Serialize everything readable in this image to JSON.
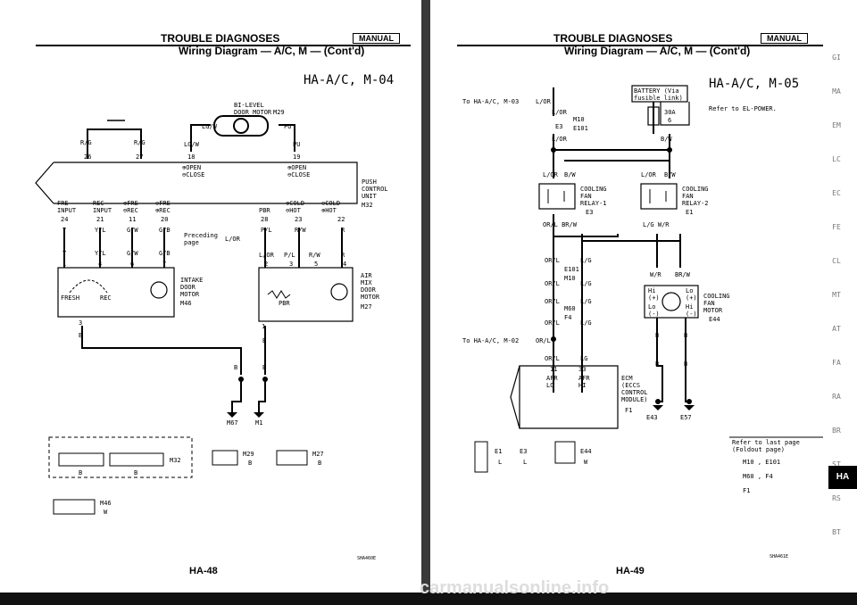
{
  "left_page": {
    "header_title": "TROUBLE DIAGNOSES",
    "header_badge": "MANUAL",
    "subtitle": "Wiring Diagram — A/C, M — (Cont'd)",
    "diagram_id": "HA-A/C, M-04",
    "labels": {
      "bilevel": "BI-LEVEL\nDOOR MOTOR",
      "bilevel_conn": "M29",
      "lgw_top": "LG/W",
      "pu_top": "PU",
      "rg_left": "R/G",
      "rg_right": "R/G",
      "c26": "26",
      "c27": "27",
      "lgw_mid": "LG/W",
      "pu_mid": "PU",
      "c18": "18",
      "c19": "19",
      "open_close_left": "⊕OPEN\n⊖CLOSE",
      "open_close_right": "⊕OPEN\n⊖CLOSE",
      "push_control": "PUSH\nCONTROL\nUNIT",
      "push_conn": "M32",
      "fre_input": "FRE\nINPUT",
      "rec_input": "REC\nINPUT",
      "fre_rec1": "⊕FRE\n⊖REC",
      "fre_rec2": "⊖FRE\n⊕REC",
      "pbr": "PBR",
      "cold_hot1": "⊕COLD\n⊖HOT",
      "cold_hot2": "⊖COLD\n⊕HOT",
      "c24": "24",
      "c21": "21",
      "c11": "11",
      "c20": "20",
      "c28": "28",
      "c23": "23",
      "c22": "22",
      "y1": "Y",
      "yl1": "Y/L",
      "gw1": "G/W",
      "gb1": "G/B",
      "pl1": "P/L",
      "rw1": "R/W",
      "r1": "R",
      "preceding": "Preceding\npage",
      "lor_arrow": "L/OR",
      "y2": "Y",
      "yl2": "Y/L",
      "gw2": "G/W",
      "gb2": "G/B",
      "lor2": "L/OR",
      "pl2": "P/L",
      "rw2": "R/W",
      "r2": "R",
      "p1": "1",
      "p4": "4",
      "p6": "6",
      "p7": "7",
      "p2b": "2",
      "p3b": "3",
      "p5b": "5",
      "p4b": "4",
      "fresh": "FRESH",
      "rec": "REC",
      "intake": "INTAKE\nDOOR\nMOTOR",
      "intake_conn": "M46",
      "pbr2": "PBR",
      "airmix": "AIR\nMIX\nDOOR\nMOTOR",
      "airmix_conn": "M27",
      "p3": "3",
      "p1b": "1",
      "b1": "B",
      "b2": "B",
      "b3": "B",
      "b4": "B",
      "ground1": "M67",
      "ground2": "M1",
      "conn_m32": "M32",
      "conn_b1": "B",
      "conn_b2": "B",
      "conn_m29": "M29",
      "conn_m29_b": "B",
      "conn_m27": "M27",
      "conn_m27_b": "B",
      "conn_m46": "M46",
      "conn_m46_w": "W",
      "code": "SHA460E"
    },
    "page_number": "HA-48"
  },
  "right_page": {
    "header_title": "TROUBLE DIAGNOSES",
    "header_badge": "MANUAL",
    "subtitle": "Wiring Diagram — A/C, M — (Cont'd)",
    "diagram_id": "HA-A/C, M-05",
    "labels": {
      "battery": "BATTERY (Via\nfusible link)",
      "fuse": "30A",
      "fuse_no": "6",
      "refer_el": "Refer to EL-POWER.",
      "to_ha03": "To HA-A/C, M-03",
      "lor_top": "L/OR",
      "lor_a": "L/OR",
      "m10": "M10",
      "e3": "E3",
      "e101": "E101",
      "lor_b": "L/OR",
      "bw_top": "B/W",
      "lor_c": "L/OR",
      "bw_c": "B/W",
      "lor_d": "L/OR",
      "bw_d": "B/W",
      "relay1": "COOLING\nFAN\nRELAY-1",
      "relay1_conn": "E3",
      "relay2": "COOLING\nFAN\nRELAY-2",
      "relay2_conn": "E1",
      "orl_brw": "OR/L BR/W",
      "lg_wr": "L/G W/R",
      "orl1": "OR/L",
      "lg1": "L/G",
      "e101b": "E101",
      "m10b": "M10",
      "orl2": "OR/L",
      "lg2": "L/G",
      "orl3": "OR/L",
      "lg3": "L/G",
      "m60": "M60",
      "f4": "F4",
      "orl4": "OR/L",
      "lg4": "L/G",
      "to_ha02": "To HA-A/C, M-02",
      "orl5": "OR/L",
      "orl6": "OR/L",
      "lg6": "LG",
      "c11b": "11",
      "c33": "33",
      "afr_lo": "AFR\nLO",
      "afr_hi": "AFR\nHI",
      "ecm": "ECM\n(ECCS\nCONTROL\nMODULE)",
      "ecm_conn": "F1",
      "wr": "W/R",
      "brw": "BR/W",
      "fan_motor": "COOLING\nFAN\nMOTOR",
      "fan_conn": "E44",
      "hi_plus": "Hi\n(+)",
      "lo_plus": "Lo\n(+)",
      "lo_minus": "Lo\n(-)",
      "hi_minus": "Hi\n(-)",
      "b5": "B",
      "b6": "B",
      "b7": "B",
      "b8": "B",
      "g1": "E43",
      "g2": "E57",
      "refer_last": "Refer to last page\n(Foldout page)",
      "ref1": "M10 , E101",
      "ref2": "M60 , F4",
      "ref3": "F1",
      "conn_e1": "E1",
      "conn_e3": "E3",
      "conn_l1": "L",
      "conn_l2": "L",
      "conn_e44": "E44",
      "conn_w": "W",
      "code": "SHA461E"
    },
    "page_number": "HA-49",
    "tab": "HA"
  },
  "edge_marks": [
    "GI",
    "MA",
    "EM",
    "LC",
    "EC",
    "FE",
    "CL",
    "MT",
    "AT",
    "FA",
    "RA",
    "BR",
    "ST",
    "RS",
    "BT"
  ],
  "watermark": "carmanualsonline.info"
}
